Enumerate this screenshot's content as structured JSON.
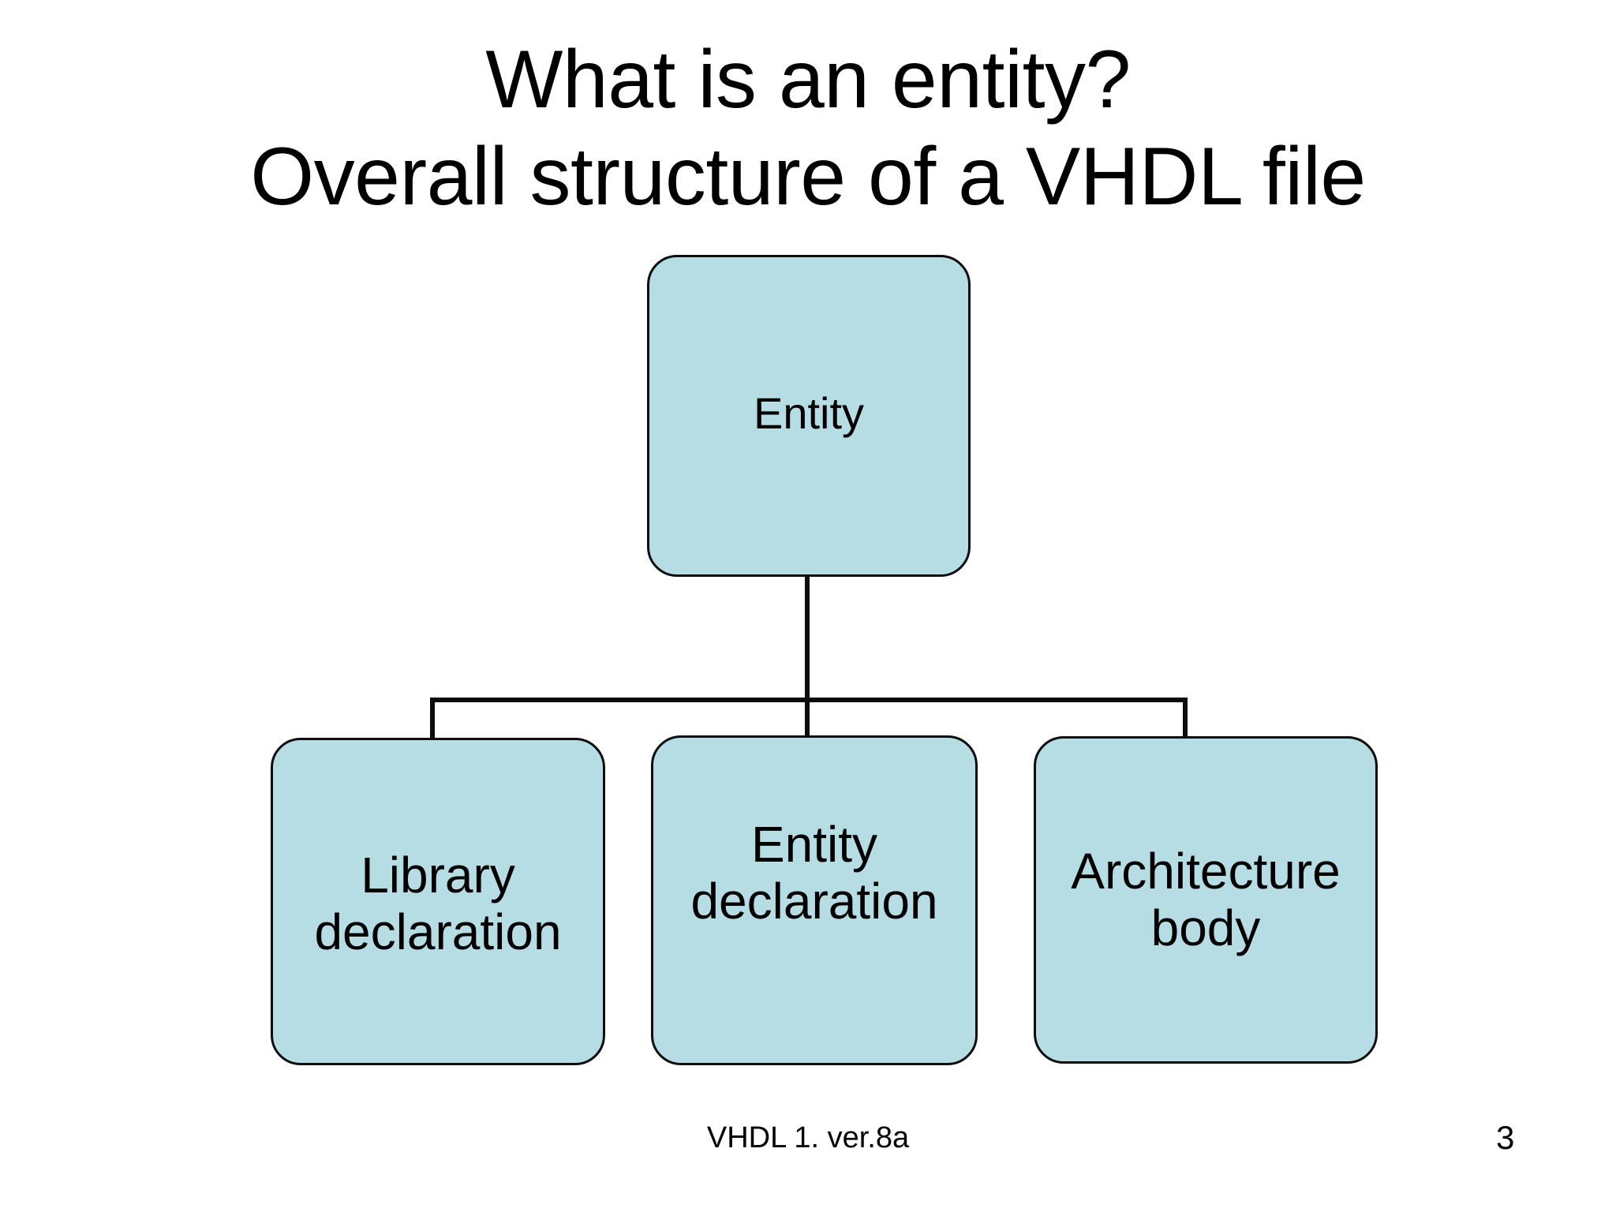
{
  "slide": {
    "background_color": "#ffffff",
    "title": {
      "line1": "What is an entity?",
      "line2": "Overall structure of a VHDL file"
    },
    "footer": {
      "text": "VHDL 1. ver.8a",
      "page_number": "3"
    }
  },
  "diagram": {
    "type": "tree",
    "node_fill_color": "#b7dde4",
    "node_border_color": "#0d0d0d",
    "connector_color": "#0d0d0d",
    "root": {
      "id": "entity",
      "label": "Entity"
    },
    "children": [
      {
        "id": "library-declaration",
        "label": "Library\ndeclaration"
      },
      {
        "id": "entity-declaration",
        "label": "Entity\ndeclaration"
      },
      {
        "id": "architecture-body",
        "label": "Architecture\nbody"
      }
    ]
  }
}
